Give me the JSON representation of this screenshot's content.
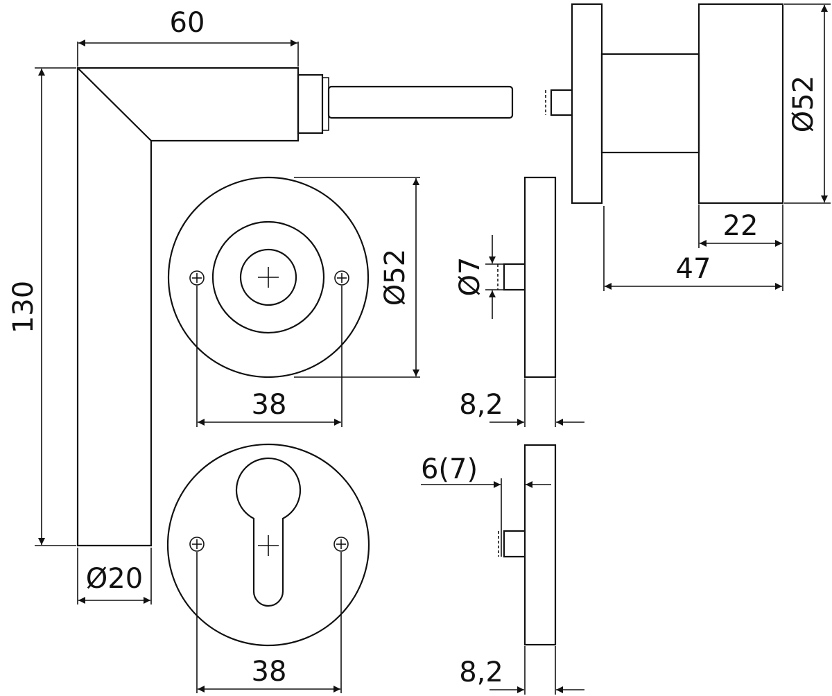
{
  "dimensions": {
    "handle_length": "60",
    "handle_height": "130",
    "handle_diameter": "Ø20",
    "rose_diameter": "Ø52",
    "rose_screw_spacing": "38",
    "spindle_diameter": "Ø7",
    "rose_thickness": "8,2",
    "escutcheon_screw_spacing": "38",
    "escutcheon_offset": "6(7)",
    "escutcheon_thickness": "8,2",
    "knob_diameter": "Ø52",
    "knob_width": "22",
    "knob_projection": "47"
  }
}
